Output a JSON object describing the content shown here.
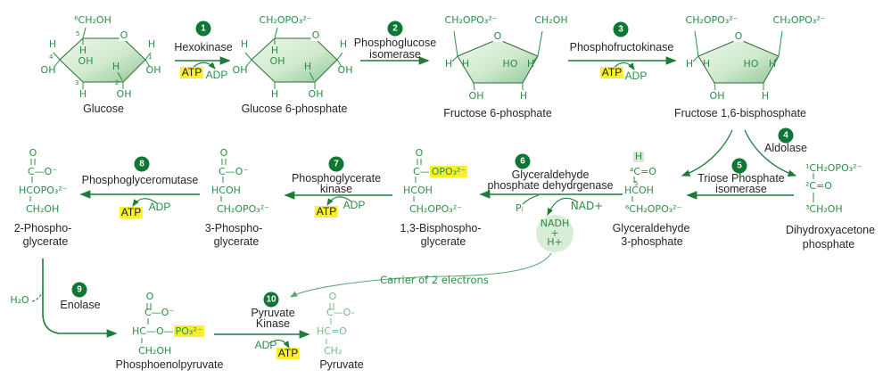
{
  "colors": {
    "formula_green": "#2a8f46",
    "arrow_green": "#1d7c39",
    "badge_green": "#0d7733",
    "highlight_yellow": "#f9ef2c",
    "ring_fill_light": "#eef7ec",
    "ring_fill_dark": "#8fc89a",
    "nadh_circle_fill": "#d8ecd8",
    "label_black": "#262626",
    "pyruvate_light_green": "#7ab98a"
  },
  "molecules": {
    "glucose": {
      "c6_label": "⁶CH₂OH",
      "ring_o": "O",
      "h_left": "H",
      "oh_left": "OH",
      "h_right": "H",
      "oh_right": "OH",
      "h_bottom": "H",
      "oh_bottom": "OH",
      "inner_h1": "H",
      "inner_oh": "OH",
      "inner_h2": "H",
      "carbons": [
        "1",
        "2",
        "3",
        "4",
        "5"
      ],
      "name": "Glucose"
    },
    "g6p": {
      "c6_label": "CH₂OPO₃²⁻",
      "ring_o": "O",
      "h_left": "H",
      "oh_left": "OH",
      "h_right": "H",
      "oh_right": "OH",
      "h_bottom": "H",
      "oh_bottom": "OH",
      "inner_h1": "H",
      "inner_oh": "OH",
      "inner_h2": "H",
      "name": "Glucose 6-phosphate"
    },
    "f6p": {
      "left_label": "CH₂OPO₃²⁻",
      "right_label": "CH₂OH",
      "ring_o": "O",
      "outer_h_left": "H",
      "inner_h": "H",
      "inner_ho": "HO",
      "outer_h_right": "H",
      "oh_bottom": "OH",
      "h_bottom": "H",
      "name": "Fructose 6-phosphate"
    },
    "f16bp": {
      "left_label": "CH₂OPO₃²⁻",
      "right_label": "CH₂OPO₃²⁻",
      "ring_o": "O",
      "outer_h_left": "H",
      "inner_h": "H",
      "inner_ho": "HO",
      "outer_h_right": "H",
      "oh_bottom": "OH",
      "h_bottom": "H",
      "name": "Fructose 1,6-bisphosphate"
    },
    "dhap": {
      "line1": "¹CH₂OPO₃²⁻",
      "line2": "²C=O",
      "line3": "³CH₂OH",
      "name1": "Dihydroxyacetone",
      "name2": "phosphate"
    },
    "g3p": {
      "h_top": "H",
      "line1": "⁴C=O",
      "c5": "5",
      "line2": "HCOH",
      "line3": "⁶CH₂OPO₃²⁻",
      "name1": "Glyceraldehyde",
      "name2": "3-phosphate"
    },
    "bpg13": {
      "o_top": "O",
      "c_prefix": "C—",
      "phos_hl": "OPO₃²⁻",
      "line2": "HCOH",
      "line3": "CH₂OPO₃²⁻",
      "name1": "1,3-Bisphospho-",
      "name2": "glycerate"
    },
    "pg3": {
      "o_top": "O",
      "line1": "C—O⁻",
      "line2": "HCOH",
      "line3": "CH₂OPO₃²⁻",
      "name1": "3-Phospho-",
      "name2": "glycerate"
    },
    "pg2": {
      "o_top": "O",
      "line1": "C—O⁻",
      "line2": "HCOPO₃²⁻",
      "line3": "CH₂OH",
      "name1": "2-Phospho-",
      "name2": "glycerate"
    },
    "pep": {
      "o_top": "O",
      "line1": "C—O⁻",
      "line2_prefix": "HC—O—",
      "phos_hl": "PO₃²⁻",
      "line3": "CH₂OH",
      "name": "Phosphoenolpyruvate"
    },
    "pyruvate": {
      "o_top": "O",
      "line1": "C—O-",
      "line2": "HC=O",
      "line3": "CH₂",
      "name": "Pyruvate"
    }
  },
  "steps": {
    "s1": {
      "num": "1",
      "enzyme": "Hexokinase",
      "atp": "ATP",
      "adp": "ADP"
    },
    "s2": {
      "num": "2",
      "line1": "Phosphoglucose",
      "line2": "isomerase"
    },
    "s3": {
      "num": "3",
      "enzyme": "Phosphofructokinase",
      "atp": "ATP",
      "adp": "ADP"
    },
    "s4": {
      "num": "4",
      "enzyme": "Aldolase"
    },
    "s5": {
      "num": "5",
      "line1": "Triose Phosphate",
      "line2": "isomerase"
    },
    "s6": {
      "num": "6",
      "line1": "Glyceraldehyde",
      "line2": "phosphate dehydrgenase",
      "pi": "Pᵢ",
      "nad": "NAD+",
      "nadh": "NADH",
      "plus": "+",
      "hplus": "H+"
    },
    "s7": {
      "num": "7",
      "line1": "Phosphoglycerate",
      "line2": "kinase",
      "atp": "ATP",
      "adp": "ADP"
    },
    "s8": {
      "num": "8",
      "enzyme": "Phosphoglyceromutase",
      "atp": "ATP",
      "adp": "ADP"
    },
    "s9": {
      "num": "9",
      "enzyme": "Enolase",
      "h2o": "H₂O"
    },
    "s10": {
      "num": "10",
      "line1": "Pyruvate",
      "line2": "Kinase",
      "adp": "ADP",
      "atp": "ATP"
    }
  },
  "notes": {
    "carrier": "Carrier of 2 electrons"
  }
}
